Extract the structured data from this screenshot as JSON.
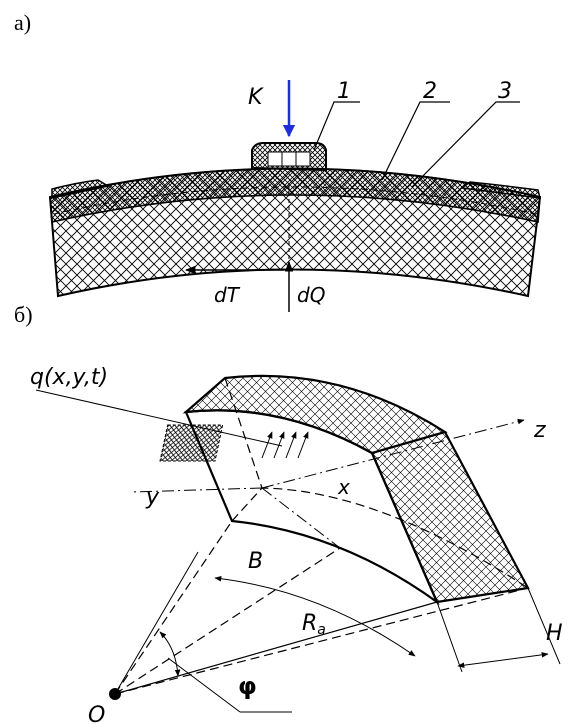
{
  "panel_a": {
    "label": "а)",
    "force_label": "K",
    "part_labels": [
      "1",
      "2",
      "3"
    ],
    "tangential_label": "dT",
    "normal_label": "dQ",
    "arrow_color": "#1f2fd6"
  },
  "panel_b": {
    "label": "б)",
    "load_label": "q(x,y,t)",
    "axis_z": "z",
    "axis_y": "y",
    "axis_x": "x",
    "width_label": "B",
    "radius_label": "R",
    "radius_subscript": "a",
    "height_label": "H",
    "angle_label": "φ",
    "origin_label": "O"
  }
}
